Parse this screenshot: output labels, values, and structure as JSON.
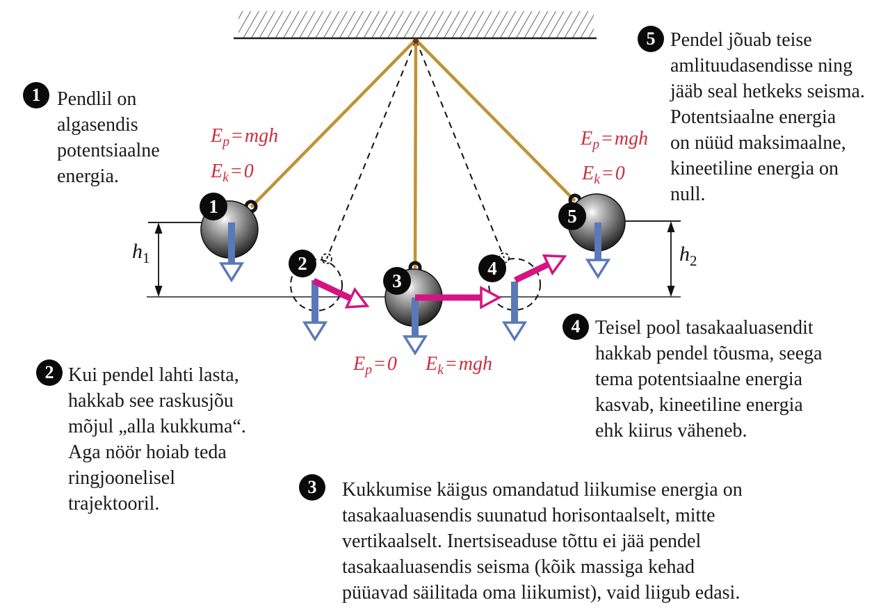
{
  "figure": {
    "description_lang": "et",
    "type": "pendulum-energy-diagram"
  },
  "colors": {
    "formula_red": "#cd2e3e",
    "string_gold": "#bf9335",
    "arrow_blue": "#5b79b8",
    "arrow_magenta": "#d41482",
    "badge_black": "#0a0a0a"
  },
  "diagram": {
    "badges": [
      "1",
      "2",
      "3",
      "4",
      "5"
    ],
    "h1": {
      "sym": "h",
      "sub": "1"
    },
    "h2": {
      "sym": "h",
      "sub": "2"
    }
  },
  "formulas": {
    "pos1_ep": {
      "sym": "E",
      "sub": "p",
      "eq": "=",
      "val": "mgh"
    },
    "pos1_ek": {
      "sym": "E",
      "sub": "k",
      "eq": "=",
      "val": "0"
    },
    "pos5_ep": {
      "sym": "E",
      "sub": "p",
      "eq": "=",
      "val": "mgh"
    },
    "pos5_ek": {
      "sym": "E",
      "sub": "k",
      "eq": "=",
      "val": "0"
    },
    "pos3_ep": {
      "sym": "E",
      "sub": "p",
      "eq": "=",
      "val": "0"
    },
    "pos3_ek": {
      "sym": "E",
      "sub": "k",
      "eq": "=",
      "val": "mgh"
    }
  },
  "annotations": [
    {
      "num": "1",
      "text": "Pendlil on\nalgasendis\npotentsiaalne\nenergia."
    },
    {
      "num": "2",
      "text": "Kui pendel lahti lasta,\nhakkab see raskusjõu\nmõjul „alla kukkuma“.\nAga nöör hoiab teda\nringjoonelisel\ntrajektooril."
    },
    {
      "num": "3",
      "text": "Kukkumise käigus omandatud liikumise energia on\ntasakaaluasendis suunatud horisontaalselt, mitte\nvertikaalselt. Inertsiseaduse tõttu ei jää pendel\ntasakaaluasendis seisma (kõik massiga kehad\npüüavad säilitada oma liikumist), vaid liigub edasi."
    },
    {
      "num": "4",
      "text": "Teisel pool tasakaaluasendit\nhakkab pendel tõusma, seega\ntema potentsiaalne energia\nkasvab, kineetiline energia\nehk kiirus väheneb."
    },
    {
      "num": "5",
      "text": "Pendel jõuab teise\namlituudasendisse ning\njääb seal hetkeks seisma.\nPotentsiaalne energia\non nüüd maksimaalne,\nkineetiline energia on\nnull."
    }
  ]
}
